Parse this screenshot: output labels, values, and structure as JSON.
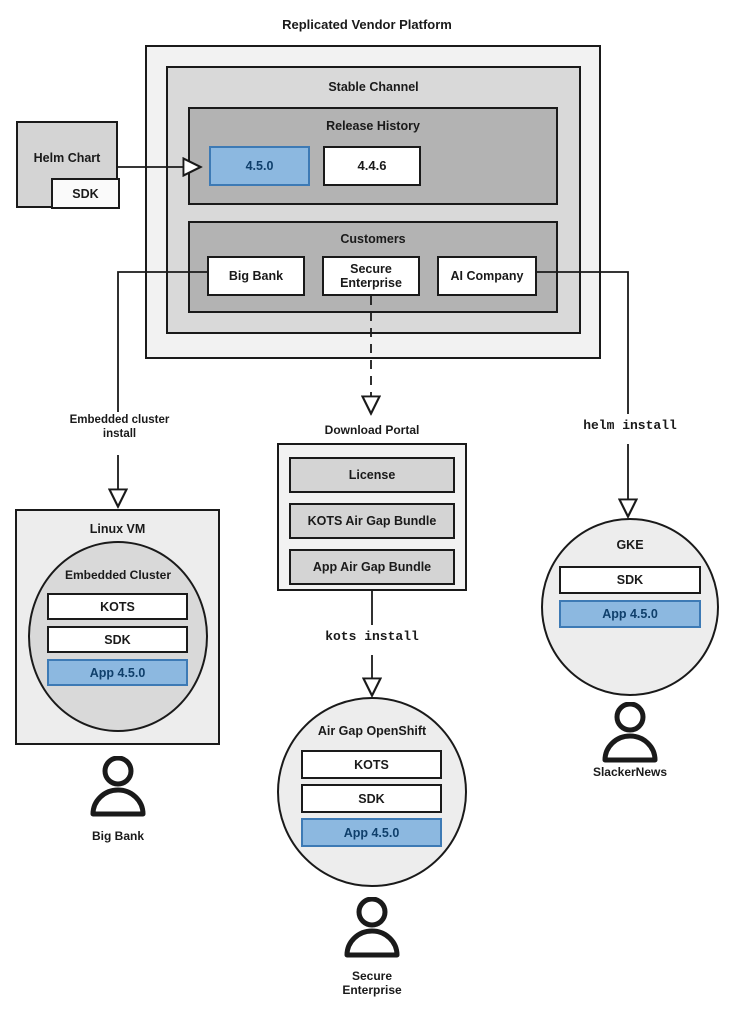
{
  "title": "Replicated Vendor Platform",
  "colors": {
    "accent_blue_fill": "#8cb8e0",
    "accent_blue_border": "#3d7ab5",
    "accent_blue_text": "#0f3f6b",
    "line": "#1a1a1a",
    "layer0": "#f2f2f2",
    "layer1": "#d9d9d9",
    "layer2": "#b3b3b3",
    "white": "#ffffff"
  },
  "platform": {
    "channel_label": "Stable Channel",
    "release_history": {
      "label": "Release History",
      "releases": [
        {
          "version": "4.5.0",
          "current": true
        },
        {
          "version": "4.4.6",
          "current": false
        }
      ]
    },
    "customers": {
      "label": "Customers",
      "items": [
        {
          "name": "Big Bank"
        },
        {
          "name": "Secure\nEnterprise"
        },
        {
          "name": "AI Company"
        }
      ]
    }
  },
  "helm_chart": {
    "label": "Helm Chart",
    "sdk_label": "SDK"
  },
  "edges": {
    "embedded_cluster_install": "Embedded cluster\ninstall",
    "kots_install": "kots install",
    "helm_install": "helm install"
  },
  "download_portal": {
    "label": "Download Portal",
    "artifacts": [
      "License",
      "KOTS Air Gap Bundle",
      "App Air Gap Bundle"
    ]
  },
  "targets": {
    "linux_vm": {
      "label": "Linux VM",
      "cluster_label": "Embedded Cluster",
      "components": [
        {
          "label": "KOTS",
          "highlight": false
        },
        {
          "label": "SDK",
          "highlight": false
        },
        {
          "label": "App 4.5.0",
          "highlight": true
        }
      ],
      "owner": "Big Bank"
    },
    "airgap_openshift": {
      "label": "Air Gap OpenShift",
      "components": [
        {
          "label": "KOTS",
          "highlight": false
        },
        {
          "label": "SDK",
          "highlight": false
        },
        {
          "label": "App 4.5.0",
          "highlight": true
        }
      ],
      "owner": "Secure\nEnterprise"
    },
    "gke": {
      "label": "GKE",
      "components": [
        {
          "label": "SDK",
          "highlight": false
        },
        {
          "label": "App 4.5.0",
          "highlight": true
        }
      ],
      "owner": "SlackerNews"
    }
  }
}
